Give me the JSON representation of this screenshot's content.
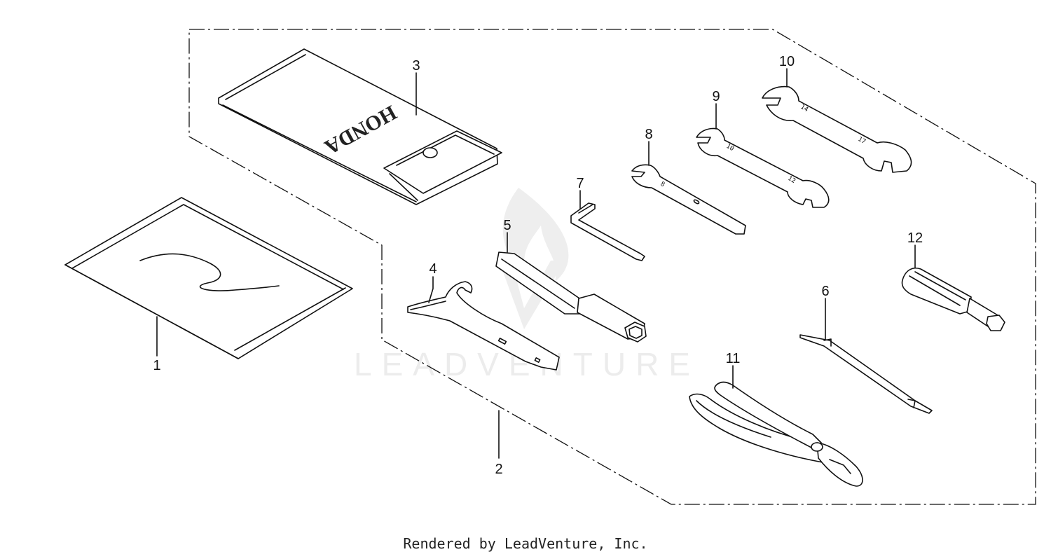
{
  "watermark": "LEADVENTURE",
  "footer": "Rendered by LeadVenture, Inc.",
  "parts": {
    "p1": "1",
    "p2": "2",
    "p3": "3",
    "p4": "4",
    "p5": "5",
    "p6": "6",
    "p7": "7",
    "p8": "8",
    "p9": "9",
    "p10": "10",
    "p11": "11",
    "p12": "12"
  },
  "pouch_brand": "HONDA",
  "wrench_marks": {
    "w8": "8",
    "w9a": "10",
    "w9b": "12",
    "w10a": "14",
    "w10b": "17"
  }
}
